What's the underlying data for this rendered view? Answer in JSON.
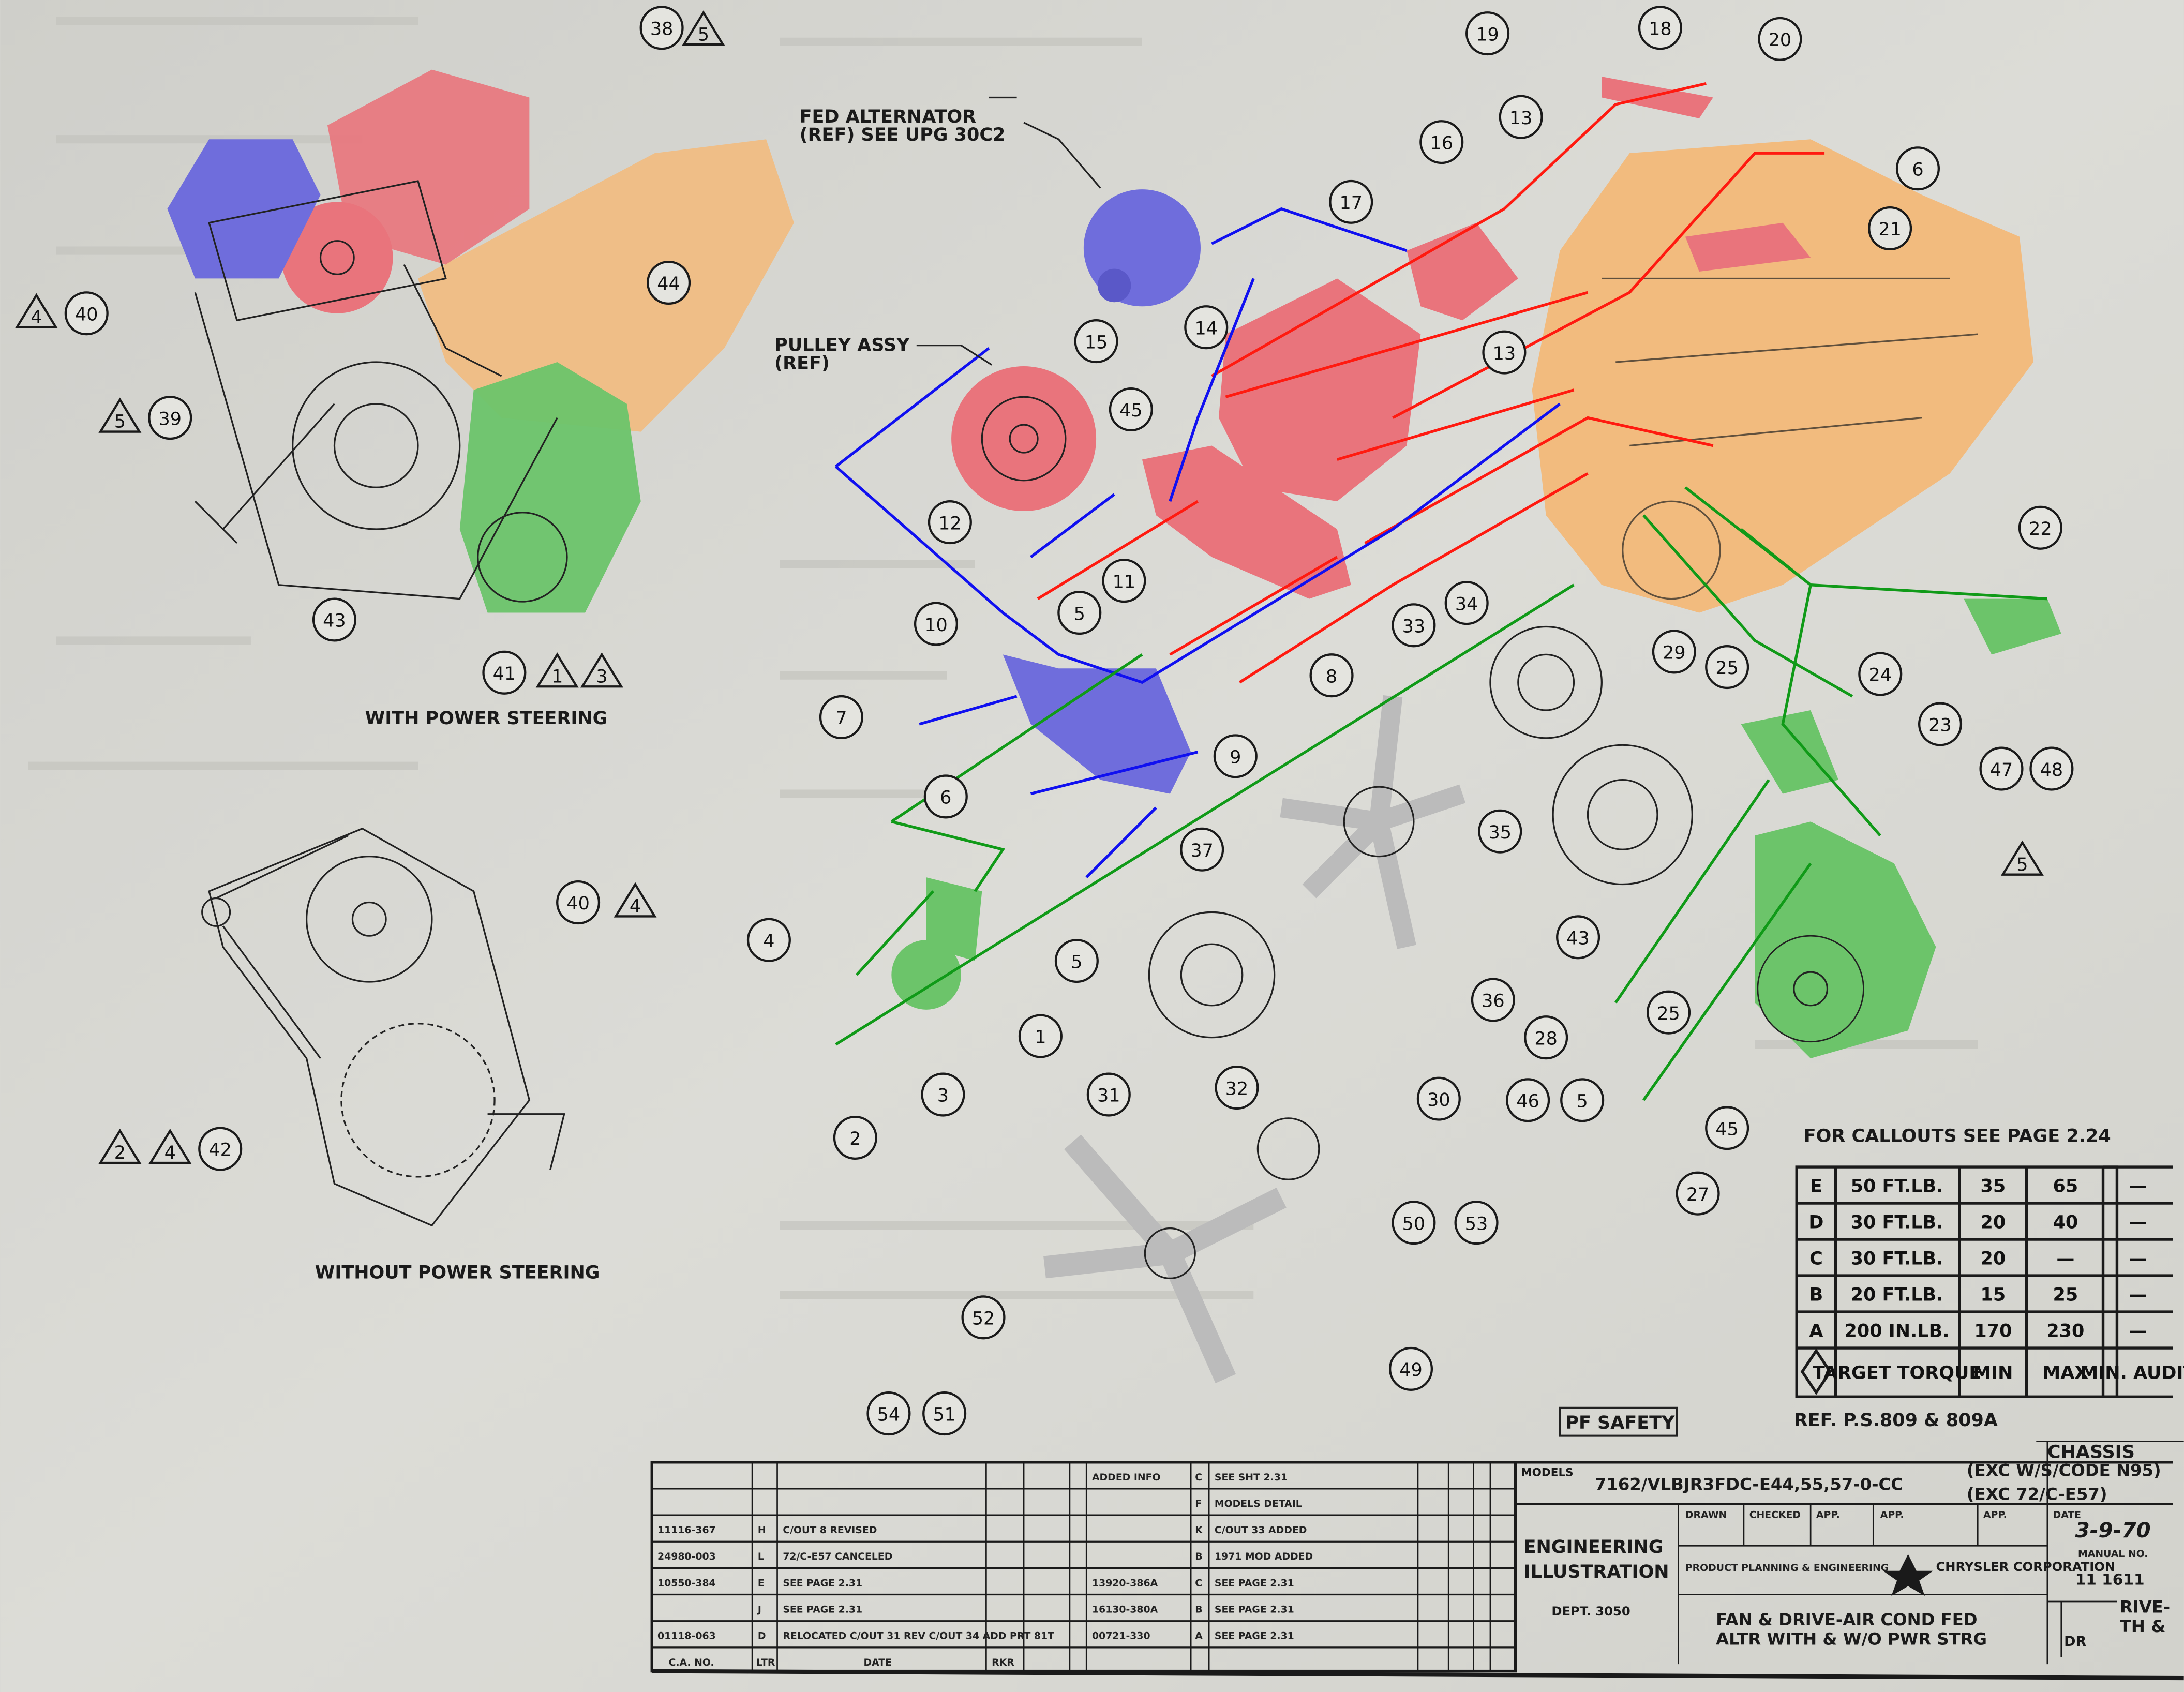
{
  "colors": {
    "red_part": "#e9747c",
    "blue_part": "#6f6ddc",
    "orange_part": "#f2bb7e",
    "green_part": "#6cc46a",
    "red_line": "#ff1a10",
    "blue_line": "#1010f0",
    "green_line": "#109a18",
    "paper": "#d8d8d3"
  },
  "labels": {
    "fed_alternator_1": "FED ALTERNATOR",
    "fed_alternator_2": "(REF) SEE UPG 30C2",
    "pulley_assy_1": "PULLEY ASSY",
    "pulley_assy_2": "(REF)",
    "with_ps": "WITH POWER STEERING",
    "without_ps": "WITHOUT POWER STEERING",
    "pf_safety": "PF SAFETY",
    "callouts_note": "FOR CALLOUTS SEE PAGE 2.24",
    "ref": "REF. P.S.809 & 809A"
  },
  "callouts": [
    "38",
    "40",
    "39",
    "44",
    "43",
    "41",
    "40",
    "42",
    "19",
    "18",
    "20",
    "13",
    "16",
    "6",
    "21",
    "17",
    "14",
    "15",
    "13",
    "45",
    "12",
    "11",
    "10",
    "5",
    "8",
    "33",
    "34",
    "29",
    "25",
    "22",
    "24",
    "23",
    "47",
    "48",
    "7",
    "9",
    "6",
    "37",
    "35",
    "4",
    "5",
    "1",
    "3",
    "2",
    "31",
    "32",
    "30",
    "36",
    "28",
    "43",
    "25",
    "46",
    "5",
    "45",
    "27",
    "50",
    "53",
    "52",
    "49",
    "54",
    "51"
  ],
  "triangles": [
    "5",
    "4",
    "5",
    "1",
    "3",
    "4",
    "2",
    "4",
    "5"
  ],
  "torque_table": {
    "rows": [
      {
        "code": "E",
        "target": "50 FT.LB.",
        "min": "35",
        "max": "65",
        "audit": "—"
      },
      {
        "code": "D",
        "target": "30 FT.LB.",
        "min": "20",
        "max": "40",
        "audit": "—"
      },
      {
        "code": "C",
        "target": "30 FT.LB.",
        "min": "20",
        "max": "—",
        "audit": "—"
      },
      {
        "code": "B",
        "target": "20 FT.LB.",
        "min": "15",
        "max": "25",
        "audit": "—"
      },
      {
        "code": "A",
        "target": "200 IN.LB.",
        "min": "170",
        "max": "230",
        "audit": "—"
      }
    ],
    "header": {
      "target": "TARGET TORQUE",
      "min": "MIN",
      "max": "MAX",
      "audit": "MIN. AUDIT"
    }
  },
  "revisions": {
    "left": [
      {
        "ca": "",
        "ltr": "",
        "desc": ""
      },
      {
        "ca": "",
        "ltr": "",
        "desc": ""
      },
      {
        "ca": "11116-367",
        "ltr": "H",
        "desc": "C/OUT 8 REVISED"
      },
      {
        "ca": "24980-003",
        "ltr": "L",
        "desc": "72/C-E57 CANCELED"
      },
      {
        "ca": "10550-384",
        "ltr": "E",
        "desc": "SEE PAGE 2.31"
      },
      {
        "ca": "",
        "ltr": "J",
        "desc": "SEE PAGE 2.31"
      },
      {
        "ca": "01118-063",
        "ltr": "D",
        "desc": "RELOCATED C/OUT 31 REV C/OUT 34 ADD PRT 81T"
      }
    ],
    "right": [
      {
        "ca": "ADDED INFO",
        "ltr": "C",
        "desc": "SEE SHT 2.31"
      },
      {
        "ca": "",
        "ltr": "F",
        "desc": "MODELS DETAIL"
      },
      {
        "ca": "",
        "ltr": "K",
        "desc": "C/OUT 33 ADDED"
      },
      {
        "ca": "",
        "ltr": "B",
        "desc": "1971 MOD ADDED"
      },
      {
        "ca": "13920-386A",
        "ltr": "C",
        "desc": "SEE PAGE 2.31"
      },
      {
        "ca": "16130-380A",
        "ltr": "B",
        "desc": "SEE PAGE 2.31"
      },
      {
        "ca": "00721-330",
        "ltr": "A",
        "desc": "SEE PAGE 2.31"
      }
    ],
    "footer": {
      "ca": "C.A. NO.",
      "ltr": "LTR",
      "desc": "DATE",
      "desc2": "RKR"
    }
  },
  "title_block": {
    "models_label": "MODELS",
    "models": "7162/VLBJR3FDC-E44,55,57-0-CC",
    "exc1": "(EXC W/S/CODE N95)",
    "exc2": "(EXC 72/C-E57)",
    "chassis": "CHASSIS",
    "eng1": "ENGINEERING",
    "eng2": "ILLUSTRATION",
    "dept": "DEPT. 3050",
    "drawn": "DRAWN",
    "checked": "CHECKED",
    "app1": "APP.",
    "app2": "APP.",
    "app3": "APP.",
    "date_label": "DATE",
    "date": "3-9-70",
    "manual_no": "MANUAL NO.",
    "manual_val": "11 1611",
    "company": "CHRYSLER CORPORATION",
    "dept_line": "PRODUCT PLANNING & ENGINEERING",
    "title1": "FAN & DRIVE-AIR COND FED",
    "title2": "ALTR WITH & W/O PWR STRG",
    "dr": "DR",
    "side1": "RIVE-",
    "side2": "TH &"
  }
}
